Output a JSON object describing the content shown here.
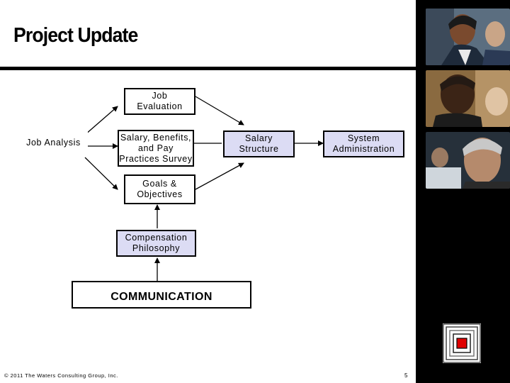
{
  "title": "Project Update",
  "nodes": {
    "job_analysis": "Job Analysis",
    "job_evaluation": "Job\nEvaluation",
    "salary_survey": "Salary, Benefits,\nand Pay\nPractices  Survey",
    "goals": "Goals &\nObjectives",
    "salary_structure": "Salary\nStructure",
    "system_admin": "System\nAdministration",
    "comp_philosophy": "Compensation\nPhilosophy",
    "communication": "COMMUNICATION"
  },
  "footer": {
    "copyright": "© 2011 The Waters Consulting Group, Inc.",
    "page_number": "5"
  },
  "colors": {
    "box_fill": "#dcdcf4",
    "logo_accent": "#e00000"
  },
  "icons": [
    "photo-woman-laughing",
    "photo-man-dark",
    "photo-man-gray-hair",
    "logo-square-icon"
  ]
}
